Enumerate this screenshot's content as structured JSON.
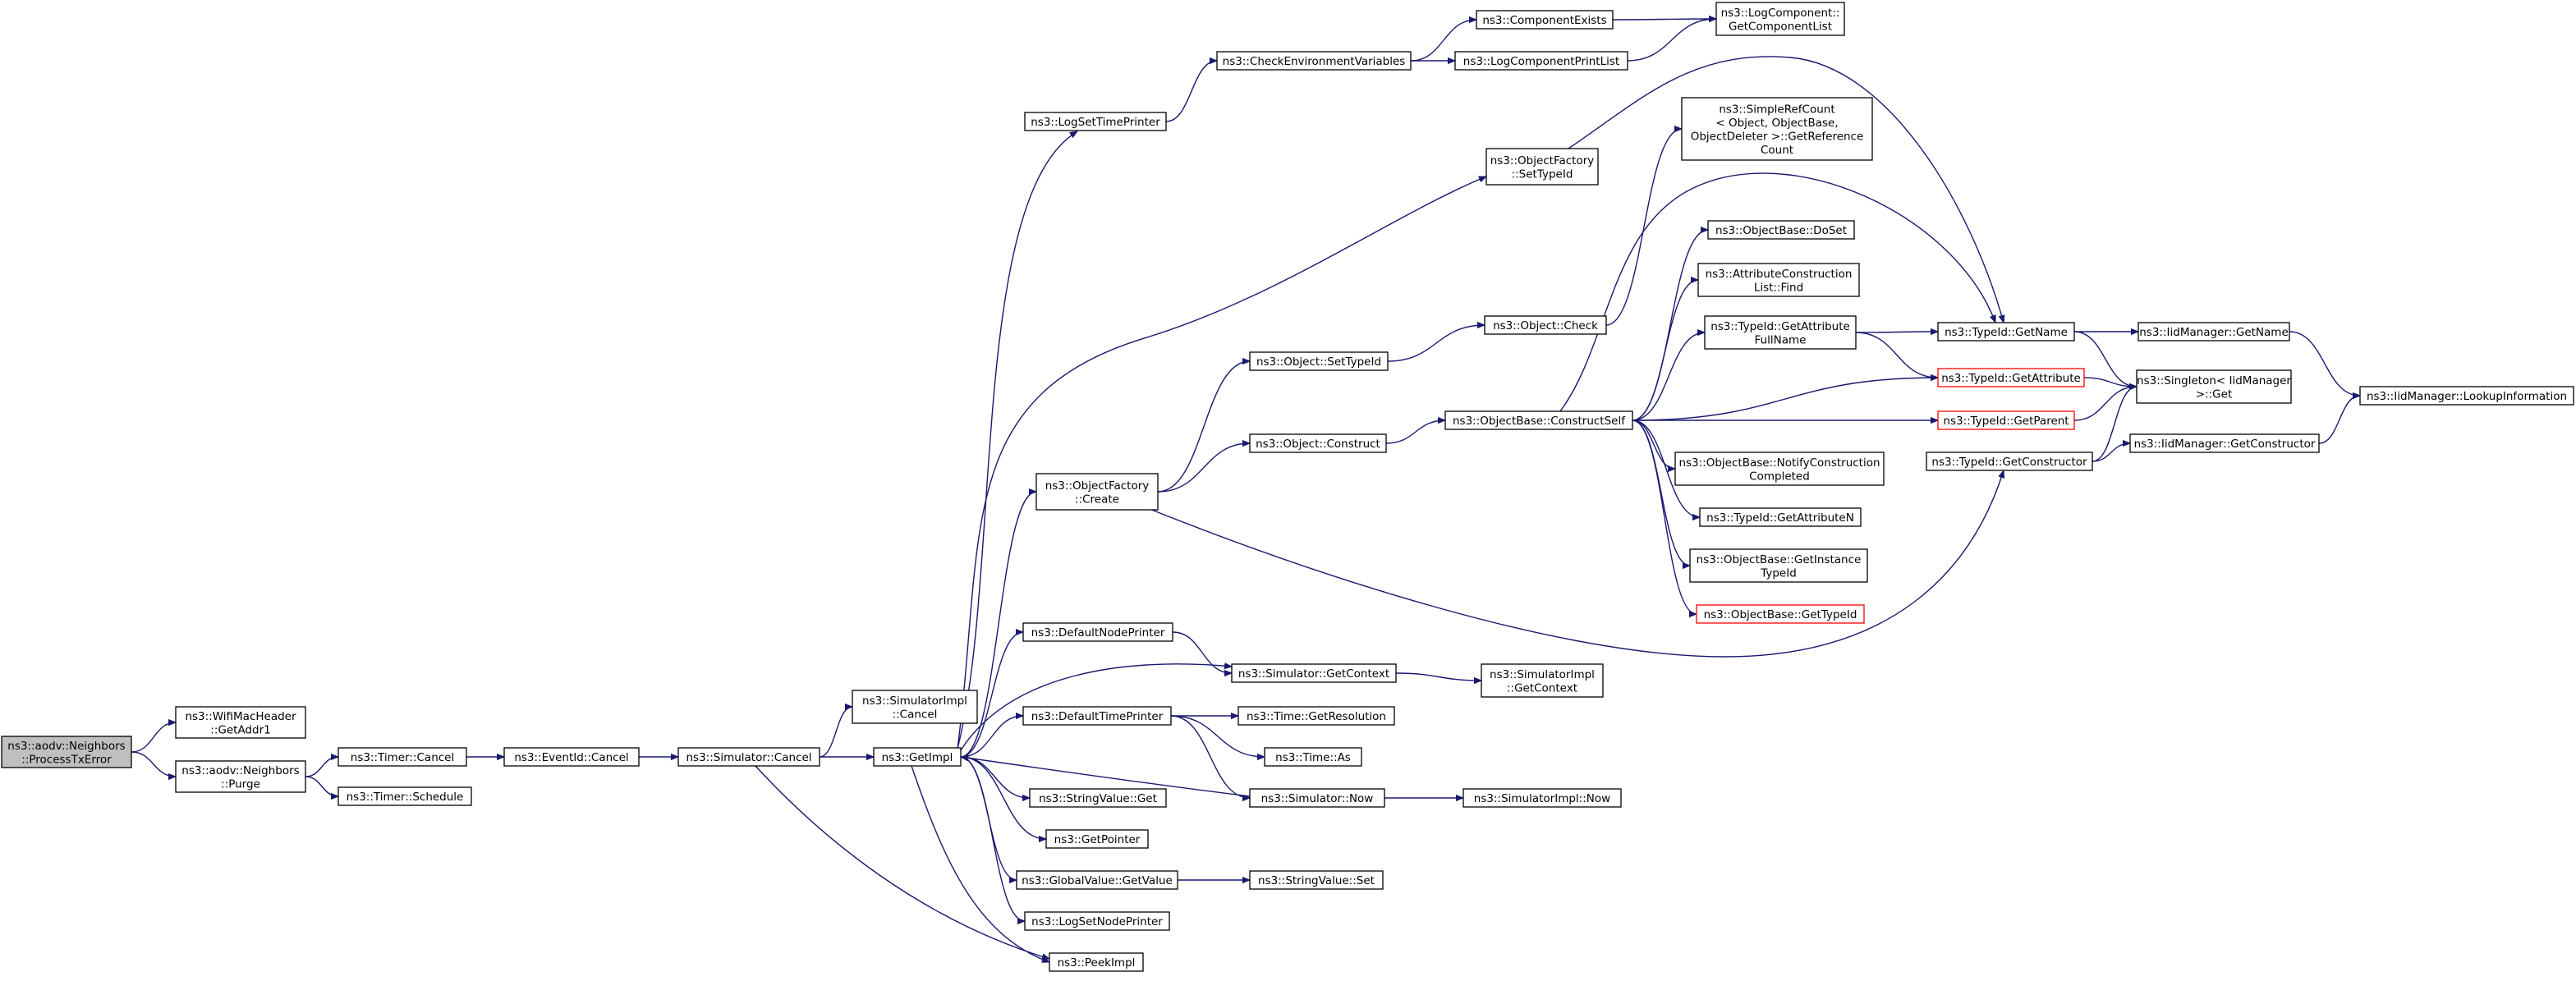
{
  "colors": {
    "edge": "#191970",
    "root_fill": "#bfbfbf",
    "truncated_border": "#ff0000",
    "node_border": "#000000"
  },
  "nodes": {
    "processtxerror": {
      "lines": [
        "ns3::aodv::Neighbors",
        "::ProcessTxError"
      ],
      "root": true
    },
    "getaddr1": {
      "lines": [
        "ns3::WifiMacHeader",
        "::GetAddr1"
      ]
    },
    "purge": {
      "lines": [
        "ns3::aodv::Neighbors",
        "::Purge"
      ]
    },
    "timercancel": {
      "lines": [
        "ns3::Timer::Cancel"
      ]
    },
    "timerschedule": {
      "lines": [
        "ns3::Timer::Schedule"
      ]
    },
    "eventidcancel": {
      "lines": [
        "ns3::EventId::Cancel"
      ]
    },
    "simcancel": {
      "lines": [
        "ns3::Simulator::Cancel"
      ]
    },
    "simimplcancel": {
      "lines": [
        "ns3::SimulatorImpl",
        "::Cancel"
      ]
    },
    "getimpl": {
      "lines": [
        "ns3::GetImpl"
      ]
    },
    "peekimpl": {
      "lines": [
        "ns3::PeekImpl"
      ]
    },
    "logsettimeprinter": {
      "lines": [
        "ns3::LogSetTimePrinter"
      ]
    },
    "checkenv": {
      "lines": [
        "ns3::CheckEnvironmentVariables"
      ]
    },
    "componentexists": {
      "lines": [
        "ns3::ComponentExists"
      ]
    },
    "logcomponentprintlist": {
      "lines": [
        "ns3::LogComponentPrintList"
      ]
    },
    "getcomponentlist": {
      "lines": [
        "ns3::LogComponent::",
        "GetComponentList"
      ]
    },
    "ofsettypeid": {
      "lines": [
        "ns3::ObjectFactory",
        "::SetTypeId"
      ]
    },
    "ofcreate": {
      "lines": [
        "ns3::ObjectFactory",
        "::Create"
      ]
    },
    "objsettypeid": {
      "lines": [
        "ns3::Object::SetTypeId"
      ]
    },
    "objcheck": {
      "lines": [
        "ns3::Object::Check"
      ]
    },
    "objconstruct": {
      "lines": [
        "ns3::Object::Construct"
      ]
    },
    "constructself": {
      "lines": [
        "ns3::ObjectBase::ConstructSelf"
      ]
    },
    "simplerefcount": {
      "lines": [
        "ns3::SimpleRefCount",
        "< Object, ObjectBase,",
        " ObjectDeleter >::GetReference",
        "Count"
      ]
    },
    "doset": {
      "lines": [
        "ns3::ObjectBase::DoSet"
      ]
    },
    "attrconstfind": {
      "lines": [
        "ns3::AttributeConstruction",
        "List::Find"
      ]
    },
    "getattrfullname": {
      "lines": [
        "ns3::TypeId::GetAttribute",
        "FullName"
      ]
    },
    "typeidgetname": {
      "lines": [
        "ns3::TypeId::GetName"
      ]
    },
    "typeidgetattribute": {
      "lines": [
        "ns3::TypeId::GetAttribute"
      ],
      "truncated": true
    },
    "typeidgetparent": {
      "lines": [
        "ns3::TypeId::GetParent"
      ],
      "truncated": true
    },
    "typeidgetconstructor": {
      "lines": [
        "ns3::TypeId::GetConstructor"
      ]
    },
    "iidmgrgetname": {
      "lines": [
        "ns3::IidManager::GetName"
      ]
    },
    "singletonget": {
      "lines": [
        "ns3::Singleton< IidManager",
        " >::Get"
      ]
    },
    "iidmgrgetconstructor": {
      "lines": [
        "ns3::IidManager::GetConstructor"
      ]
    },
    "iidmgrlookup": {
      "lines": [
        "ns3::IidManager::LookupInformation"
      ]
    },
    "notifyconstruction": {
      "lines": [
        "ns3::ObjectBase::NotifyConstruction",
        "Completed"
      ]
    },
    "getattributen": {
      "lines": [
        "ns3::TypeId::GetAttributeN"
      ]
    },
    "getinstancetypeid": {
      "lines": [
        "ns3::ObjectBase::GetInstance",
        "TypeId"
      ]
    },
    "objbasegettypeid": {
      "lines": [
        "ns3::ObjectBase::GetTypeId"
      ],
      "truncated": true
    },
    "defaultnodeprinter": {
      "lines": [
        "ns3::DefaultNodePrinter"
      ]
    },
    "simgetcontext": {
      "lines": [
        "ns3::Simulator::GetContext"
      ]
    },
    "simimplgetcontext": {
      "lines": [
        "ns3::SimulatorImpl",
        "::GetContext"
      ]
    },
    "defaulttimeprinter": {
      "lines": [
        "ns3::DefaultTimePrinter"
      ]
    },
    "timegetresolution": {
      "lines": [
        "ns3::Time::GetResolution"
      ]
    },
    "timeas": {
      "lines": [
        "ns3::Time::As"
      ]
    },
    "simnow": {
      "lines": [
        "ns3::Simulator::Now"
      ]
    },
    "simimplnow": {
      "lines": [
        "ns3::SimulatorImpl::Now"
      ]
    },
    "stringvalueget": {
      "lines": [
        "ns3::StringValue::Get"
      ]
    },
    "getpointer": {
      "lines": [
        "ns3::GetPointer"
      ]
    },
    "globalvaluegetvalue": {
      "lines": [
        "ns3::GlobalValue::GetValue"
      ]
    },
    "stringvalueset": {
      "lines": [
        "ns3::StringValue::Set"
      ]
    },
    "logsetnodeprinter": {
      "lines": [
        "ns3::LogSetNodePrinter"
      ]
    }
  },
  "edges": [
    [
      "processtxerror",
      "getaddr1"
    ],
    [
      "processtxerror",
      "purge"
    ],
    [
      "purge",
      "timercancel"
    ],
    [
      "purge",
      "timerschedule"
    ],
    [
      "timercancel",
      "eventidcancel"
    ],
    [
      "eventidcancel",
      "simcancel"
    ],
    [
      "simcancel",
      "simimplcancel"
    ],
    [
      "simcancel",
      "getimpl"
    ],
    [
      "simcancel",
      "peekimpl"
    ],
    [
      "getimpl",
      "logsettimeprinter"
    ],
    [
      "logsettimeprinter",
      "checkenv"
    ],
    [
      "checkenv",
      "componentexists"
    ],
    [
      "checkenv",
      "logcomponentprintlist"
    ],
    [
      "componentexists",
      "getcomponentlist"
    ],
    [
      "logcomponentprintlist",
      "getcomponentlist"
    ],
    [
      "getimpl",
      "ofsettypeid"
    ],
    [
      "ofsettypeid",
      "typeidgetname"
    ],
    [
      "getimpl",
      "ofcreate"
    ],
    [
      "ofcreate",
      "objsettypeid"
    ],
    [
      "objsettypeid",
      "objcheck"
    ],
    [
      "objcheck",
      "simplerefcount"
    ],
    [
      "ofcreate",
      "objconstruct"
    ],
    [
      "objconstruct",
      "constructself"
    ],
    [
      "constructself",
      "doset"
    ],
    [
      "constructself",
      "attrconstfind"
    ],
    [
      "constructself",
      "getattrfullname"
    ],
    [
      "constructself",
      "typeidgetname"
    ],
    [
      "constructself",
      "typeidgetattribute"
    ],
    [
      "constructself",
      "typeidgetparent"
    ],
    [
      "constructself",
      "notifyconstruction"
    ],
    [
      "constructself",
      "getattributen"
    ],
    [
      "constructself",
      "getinstancetypeid"
    ],
    [
      "constructself",
      "objbasegettypeid"
    ],
    [
      "getattrfullname",
      "typeidgetname"
    ],
    [
      "getattrfullname",
      "typeidgetattribute"
    ],
    [
      "typeidgetname",
      "iidmgrgetname"
    ],
    [
      "typeidgetname",
      "singletonget"
    ],
    [
      "typeidgetattribute",
      "singletonget"
    ],
    [
      "typeidgetparent",
      "singletonget"
    ],
    [
      "iidmgrgetname",
      "iidmgrlookup"
    ],
    [
      "ofcreate",
      "typeidgetconstructor"
    ],
    [
      "typeidgetconstructor",
      "singletonget"
    ],
    [
      "typeidgetconstructor",
      "iidmgrgetconstructor"
    ],
    [
      "iidmgrgetconstructor",
      "iidmgrlookup"
    ],
    [
      "getimpl",
      "defaultnodeprinter"
    ],
    [
      "defaultnodeprinter",
      "simgetcontext"
    ],
    [
      "getimpl",
      "simgetcontext"
    ],
    [
      "simgetcontext",
      "simimplgetcontext"
    ],
    [
      "getimpl",
      "defaulttimeprinter"
    ],
    [
      "defaulttimeprinter",
      "timegetresolution"
    ],
    [
      "defaulttimeprinter",
      "timeas"
    ],
    [
      "defaulttimeprinter",
      "simnow"
    ],
    [
      "simnow",
      "getimpl"
    ],
    [
      "simnow",
      "simimplnow"
    ],
    [
      "getimpl",
      "stringvalueget"
    ],
    [
      "getimpl",
      "getpointer"
    ],
    [
      "getimpl",
      "globalvaluegetvalue"
    ],
    [
      "globalvaluegetvalue",
      "stringvalueset"
    ],
    [
      "getimpl",
      "logsetnodeprinter"
    ],
    [
      "getimpl",
      "peekimpl"
    ]
  ]
}
